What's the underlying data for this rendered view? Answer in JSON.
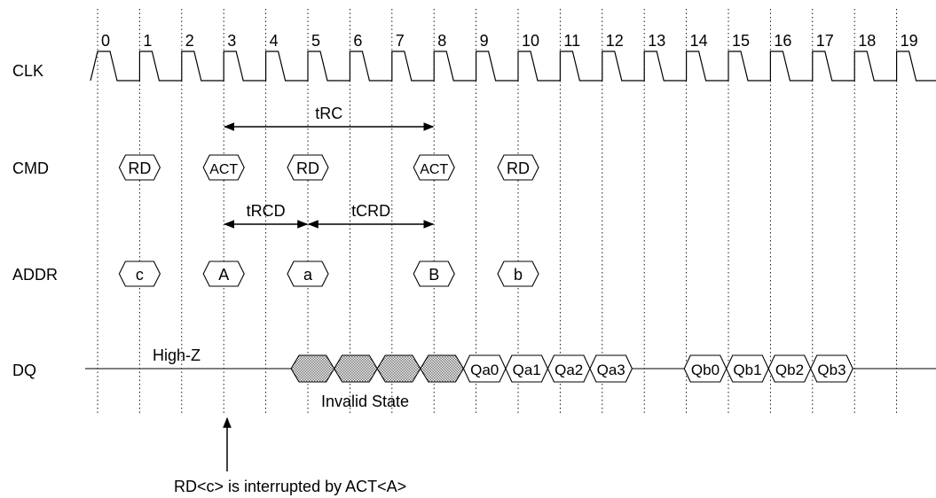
{
  "clock": {
    "label": "CLK",
    "cycles": [
      "0",
      "1",
      "2",
      "3",
      "4",
      "5",
      "6",
      "7",
      "8",
      "9",
      "10",
      "11",
      "12",
      "13",
      "14",
      "15",
      "16",
      "17",
      "18",
      "19"
    ]
  },
  "signals": {
    "cmd": "CMD",
    "addr": "ADDR",
    "dq": "DQ"
  },
  "commands": [
    {
      "label": "RD",
      "cycle": 1
    },
    {
      "label": "ACT",
      "cycle": 3
    },
    {
      "label": "RD",
      "cycle": 5
    },
    {
      "label": "ACT",
      "cycle": 8
    },
    {
      "label": "RD",
      "cycle": 10
    }
  ],
  "addresses": [
    {
      "label": "c",
      "cycle": 1
    },
    {
      "label": "A",
      "cycle": 3
    },
    {
      "label": "a",
      "cycle": 5
    },
    {
      "label": "B",
      "cycle": 8
    },
    {
      "label": "b",
      "cycle": 10
    }
  ],
  "timings": {
    "trc": {
      "label": "tRC",
      "from_cycle": 3,
      "to_cycle": 8
    },
    "trcd": {
      "label": "tRCD",
      "from_cycle": 3,
      "to_cycle": 5
    },
    "tcrd": {
      "label": "tCRD",
      "from_cycle": 5,
      "to_cycle": 8
    }
  },
  "dq": {
    "high_z": "High-Z",
    "invalid_state": "Invalid State",
    "invalid_count": 4,
    "burst_a": [
      "Qa0",
      "Qa1",
      "Qa2",
      "Qa3"
    ],
    "burst_b": [
      "Qb0",
      "Qb1",
      "Qb2",
      "Qb3"
    ]
  },
  "annotation": "RD<c> is interrupted by ACT<A>",
  "colors": {
    "line": "#000000",
    "grid": "#000000",
    "invalid_fill": "#8c8c8c",
    "background": "#ffffff"
  }
}
